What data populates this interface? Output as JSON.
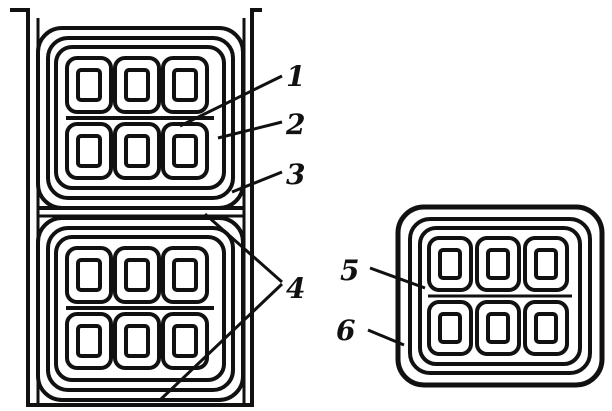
{
  "figure": {
    "labels": [
      {
        "id": "label-1",
        "text": "1"
      },
      {
        "id": "label-2",
        "text": "2"
      },
      {
        "id": "label-3",
        "text": "3"
      },
      {
        "id": "label-4",
        "text": "4"
      },
      {
        "id": "label-5",
        "text": "5"
      },
      {
        "id": "label-6",
        "text": "6"
      }
    ],
    "colors": {
      "ink": "#111111",
      "paper": "#ffffff"
    }
  }
}
